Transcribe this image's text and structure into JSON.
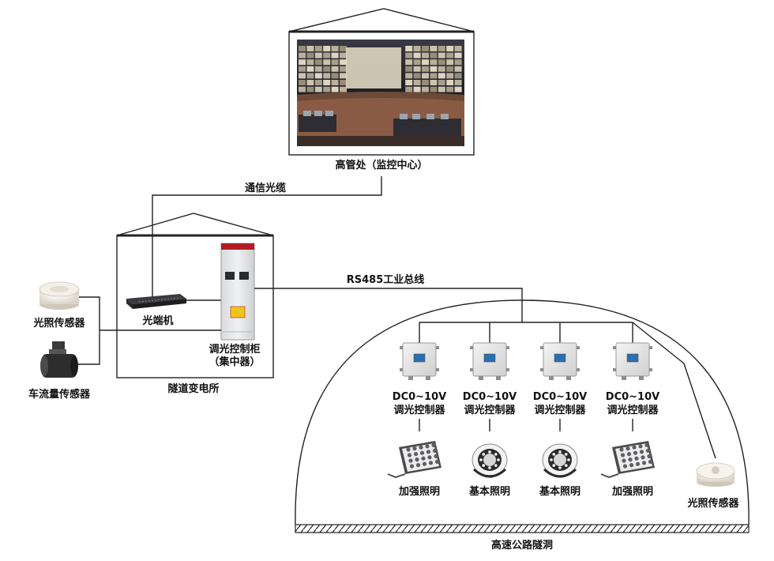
{
  "control_center": {
    "label": "高管处（监控中心）"
  },
  "fiber": {
    "label": "通信光缆"
  },
  "substation": {
    "label": "隧道变电所",
    "optical_terminal": "光端机",
    "cabinet_line1": "调光控制柜",
    "cabinet_line2": "（集中器）"
  },
  "rs485": {
    "label": "RS485工业总线"
  },
  "sensors": {
    "light": "光照传感器",
    "traffic": "车流量传感器"
  },
  "controllers": [
    {
      "line1": "DC0~10V",
      "line2": "调光控制器"
    },
    {
      "line1": "DC0~10V",
      "line2": "调光控制器"
    },
    {
      "line1": "DC0~10V",
      "line2": "调光控制器"
    },
    {
      "line1": "DC0~10V",
      "line2": "调光控制器"
    }
  ],
  "lights": [
    {
      "label": "加强照明",
      "icon": "floodlight-icon"
    },
    {
      "label": "基本照明",
      "icon": "downlight-icon"
    },
    {
      "label": "基本照明",
      "icon": "downlight-icon"
    },
    {
      "label": "加强照明",
      "icon": "floodlight-icon"
    }
  ],
  "tunnel": {
    "label": "高速公路隧洞",
    "light_sensor": "光照传感器"
  }
}
